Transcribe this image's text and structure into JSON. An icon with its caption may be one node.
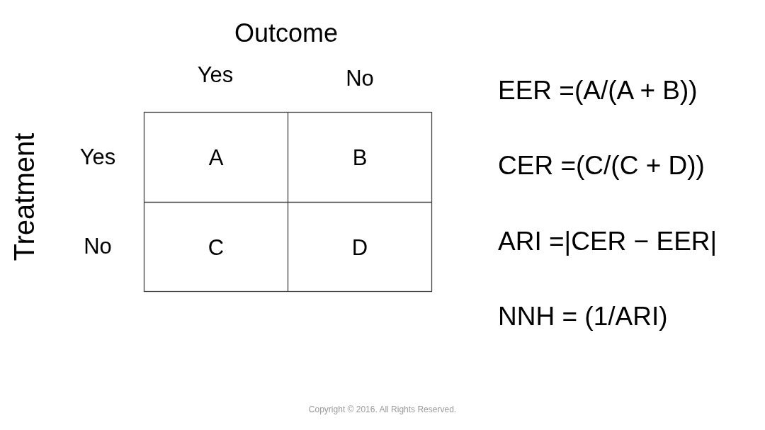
{
  "diagram": {
    "labels": [
      "Outcome",
      "Yes",
      "No",
      "Treatment",
      "Yes",
      "A",
      "B",
      "No",
      "C",
      "D",
      "EER =(A/(A + B))",
      "CER =(C/(C + D))",
      "ARI =|CER − EER|",
      "NNH = (1/ARI)",
      "Copyright © 2016. All Rights Reserved."
    ]
  }
}
